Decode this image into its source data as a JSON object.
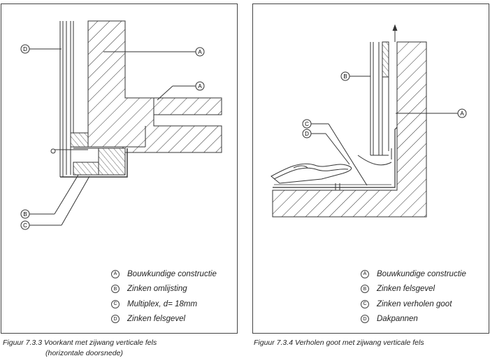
{
  "left_panel": {
    "callouts": [
      "A",
      "A",
      "B",
      "C",
      "D"
    ],
    "legend": [
      {
        "letter": "A",
        "text": "Bouwkundige constructie"
      },
      {
        "letter": "B",
        "text": "Zinken omlijsting"
      },
      {
        "letter": "C",
        "text": "Multiplex, d= 18mm"
      },
      {
        "letter": "D",
        "text": "Zinken felsgevel"
      }
    ],
    "caption_line1": "Figuur 7.3.3 Voorkant met zijwang verticale fels",
    "caption_line2": "(horizontale doorsnede)"
  },
  "right_panel": {
    "callouts": [
      "A",
      "B",
      "C",
      "D"
    ],
    "legend": [
      {
        "letter": "A",
        "text": "Bouwkundige constructie"
      },
      {
        "letter": "B",
        "text": "Zinken felsgevel"
      },
      {
        "letter": "C",
        "text": "Zinken verholen goot"
      },
      {
        "letter": "D",
        "text": "Dakpannen"
      }
    ],
    "caption_line1": "Figuur 7.3.4 Verholen goot met zijwang verticale fels"
  },
  "colors": {
    "line": "#333333",
    "frame": "#444444",
    "background": "#ffffff"
  }
}
